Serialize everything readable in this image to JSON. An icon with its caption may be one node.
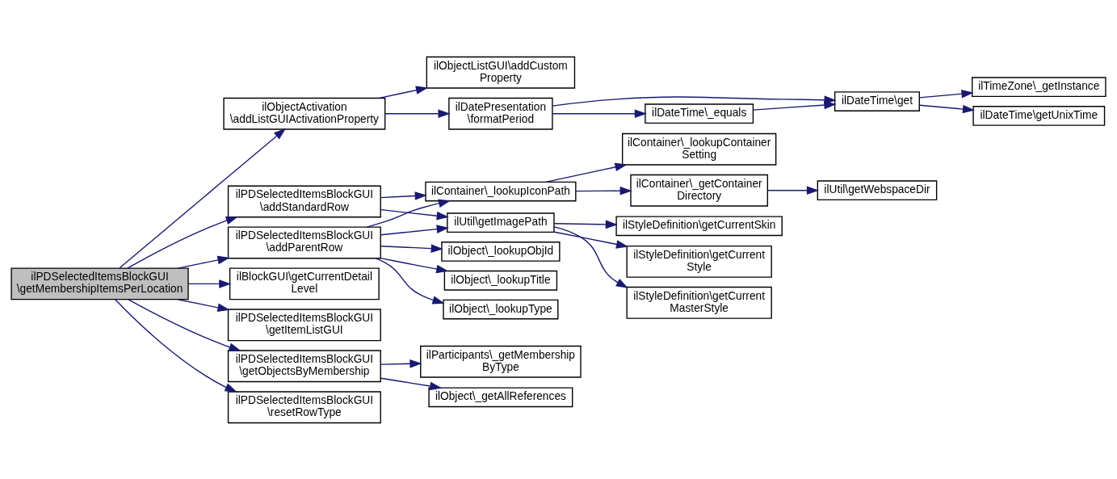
{
  "diagram": {
    "nodes": [
      {
        "text": [
          "ilPDSelectedItemsBlockGUI \\getMembershipItemsPerLocation"
        ]
      },
      {
        "text": [
          "ilObjectActivation \\addListGUIActivationProperty"
        ]
      },
      {
        "text": [
          "ilPDSelectedItemsBlockGUI \\addStandardRow"
        ]
      },
      {
        "text": [
          "ilPDSelectedItemsBlockGUI \\addParentRow"
        ]
      },
      {
        "text": [
          "ilBlockGUI\\getCurrentDetail Level"
        ]
      },
      {
        "text": [
          "ilPDSelectedItemsBlockGUI \\getItemListGUI"
        ]
      },
      {
        "text": [
          "ilPDSelectedItemsBlockGUI \\getObjectsByMembership"
        ]
      },
      {
        "text": [
          "ilPDSelectedItemsBlockGUI \\resetRowType"
        ]
      },
      {
        "text": [
          "ilDatePresentation \\formatPeriod"
        ]
      },
      {
        "text": [
          "ilObjectListGUI\\addCustom Property"
        ]
      },
      {
        "text": [
          "ilUtil\\getImagePath"
        ]
      },
      {
        "text": [
          "ilContainer\\_lookupIconPath"
        ]
      },
      {
        "text": [
          "ilObject\\_lookupObjId"
        ]
      },
      {
        "text": [
          "ilObject\\_lookupTitle"
        ]
      },
      {
        "text": [
          "ilObject\\_lookupType"
        ]
      },
      {
        "text": [
          "ilObject\\_getAllReferences"
        ]
      },
      {
        "text": [
          "ilParticipants\\_getMembership ByType"
        ]
      },
      {
        "text": [
          "ilDateTime\\_equals"
        ]
      },
      {
        "text": [
          "ilDateTime\\get"
        ]
      },
      {
        "text": [
          "ilStyleDefinition\\getCurrent MasterStyle"
        ]
      },
      {
        "text": [
          "ilStyleDefinition\\getCurrentSkin"
        ]
      },
      {
        "text": [
          "ilStyleDefinition\\getCurrent Style"
        ]
      },
      {
        "text": [
          "ilContainer\\_lookupContainer Setting"
        ]
      },
      {
        "text": [
          "ilContainer\\_getContainer Directory"
        ]
      },
      {
        "text": [
          "ilUtil\\getWebspaceDir"
        ]
      },
      {
        "text": [
          "ilTimeZone\\_getInstance"
        ]
      },
      {
        "text": [
          "ilDateTime\\getUnixTime"
        ]
      }
    ],
    "edges": [
      {
        "from": 0,
        "to": 1,
        "arrow": "to"
      },
      {
        "from": 0,
        "to": 2,
        "arrow": "to"
      },
      {
        "from": 0,
        "to": 3,
        "arrow": "to"
      },
      {
        "from": 0,
        "to": 4,
        "arrow": "to"
      },
      {
        "from": 0,
        "to": 5,
        "arrow": "to"
      },
      {
        "from": 0,
        "to": 6,
        "arrow": "to"
      },
      {
        "from": 0,
        "to": 7,
        "arrow": "to"
      },
      {
        "from": 1,
        "to": 8,
        "arrow": "to"
      },
      {
        "from": 1,
        "to": 9,
        "arrow": "to"
      },
      {
        "from": 2,
        "to": 10,
        "arrow": "to"
      },
      {
        "from": 2,
        "to": 11,
        "arrow": "to"
      },
      {
        "from": 3,
        "to": 10,
        "arrow": "to"
      },
      {
        "from": 3,
        "to": 11,
        "arrow": "to"
      },
      {
        "from": 3,
        "to": 12,
        "arrow": "to"
      },
      {
        "from": 3,
        "to": 13,
        "arrow": "to"
      },
      {
        "from": 3,
        "to": 14,
        "arrow": "to"
      },
      {
        "from": 6,
        "to": 15,
        "arrow": "to"
      },
      {
        "from": 6,
        "to": 16,
        "arrow": "to"
      },
      {
        "from": 8,
        "to": 18,
        "arrow": "to"
      },
      {
        "from": 8,
        "to": 17,
        "arrow": "to"
      },
      {
        "from": 17,
        "to": 18,
        "arrow": "to"
      },
      {
        "from": 10,
        "to": 19,
        "arrow": "to"
      },
      {
        "from": 10,
        "to": 20,
        "arrow": "to"
      },
      {
        "from": 10,
        "to": 21,
        "arrow": "to"
      },
      {
        "from": 11,
        "to": 22,
        "arrow": "to"
      },
      {
        "from": 11,
        "to": 23,
        "arrow": "to"
      },
      {
        "from": 23,
        "to": 24,
        "arrow": "to"
      },
      {
        "from": 18,
        "to": 25,
        "arrow": "to"
      },
      {
        "from": 18,
        "to": 26,
        "arrow": "to"
      }
    ]
  }
}
